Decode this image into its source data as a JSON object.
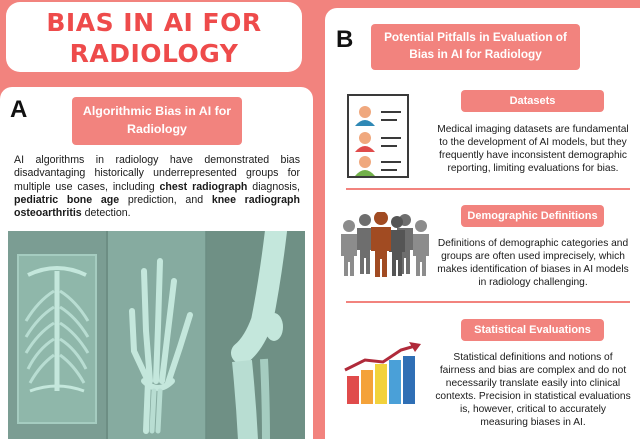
{
  "title": {
    "line1": "BIAS IN AI FOR",
    "line2": "RADIOLOGY"
  },
  "panel_a": {
    "letter": "A",
    "heading_line1": "Algorithmic Bias in AI for",
    "heading_line2": "Radiology",
    "body": {
      "t1": "AI algorithms in radiology have demonstrated bias disadvantaging historically underrepresented groups for multiple use cases, including ",
      "b1": "chest radiograph",
      "t2": " diagnosis, ",
      "b2": "pediatric bone age",
      "t3": " prediction, and ",
      "b3": "knee radiograph osteoarthritis",
      "t4": " detection."
    },
    "image_icons": [
      "chest-xray-icon",
      "hand-xray-icon",
      "knee-xray-icon"
    ]
  },
  "panel_b": {
    "letter": "B",
    "heading_line1": "Potential Pitfalls in Evaluation of",
    "heading_line2": "Bias in AI for Radiology",
    "sections": [
      {
        "heading": "Datasets",
        "text": "Medical imaging datasets are fundamental to the development of AI models, but they frequently have inconsistent demographic reporting, limiting evaluations for bias.",
        "icon": "user-list-icon"
      },
      {
        "heading": "Demographic Definitions",
        "text": "Definitions of demographic categories and groups are often used imprecisely, which makes identification of biases in AI models in radiology challenging.",
        "icon": "people-group-icon"
      },
      {
        "heading": "Statistical Evaluations",
        "text": "Statistical definitions and notions of fairness and bias are complex and do not necessarily translate easily into clinical contexts. Precision in statistical evaluations is, however, critical to accurately measuring biases in AI.",
        "icon": "bar-chart-icon"
      }
    ]
  },
  "colors": {
    "background": "#f2837e",
    "accent": "#ee4b4b",
    "panel": "#ffffff",
    "xray": "#7b9d93"
  }
}
